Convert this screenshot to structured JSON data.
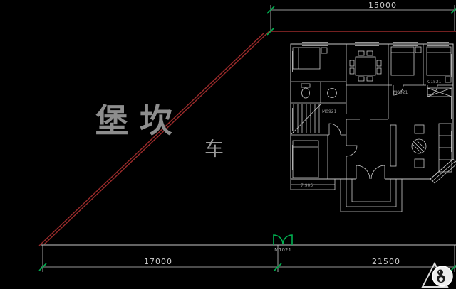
{
  "colors": {
    "background": "#000000",
    "boundary": "#9b2b2b",
    "lines": "#c9c9c9",
    "ticks": "#00b050",
    "text": "#cfcfcf",
    "faint_text": "#8d8d8d"
  },
  "dimensions": {
    "top": {
      "value": "15000"
    },
    "bottom_left": {
      "value": "17000"
    },
    "bottom_right": {
      "value": "21500"
    }
  },
  "site": {
    "label": "堡坎",
    "road_label": "车"
  },
  "entrance": {
    "door_code": "M1021"
  },
  "plan": {
    "labels": [
      {
        "text": "M0921"
      },
      {
        "text": "M0921"
      },
      {
        "text": "C1521"
      },
      {
        "text": "7.905"
      }
    ]
  }
}
